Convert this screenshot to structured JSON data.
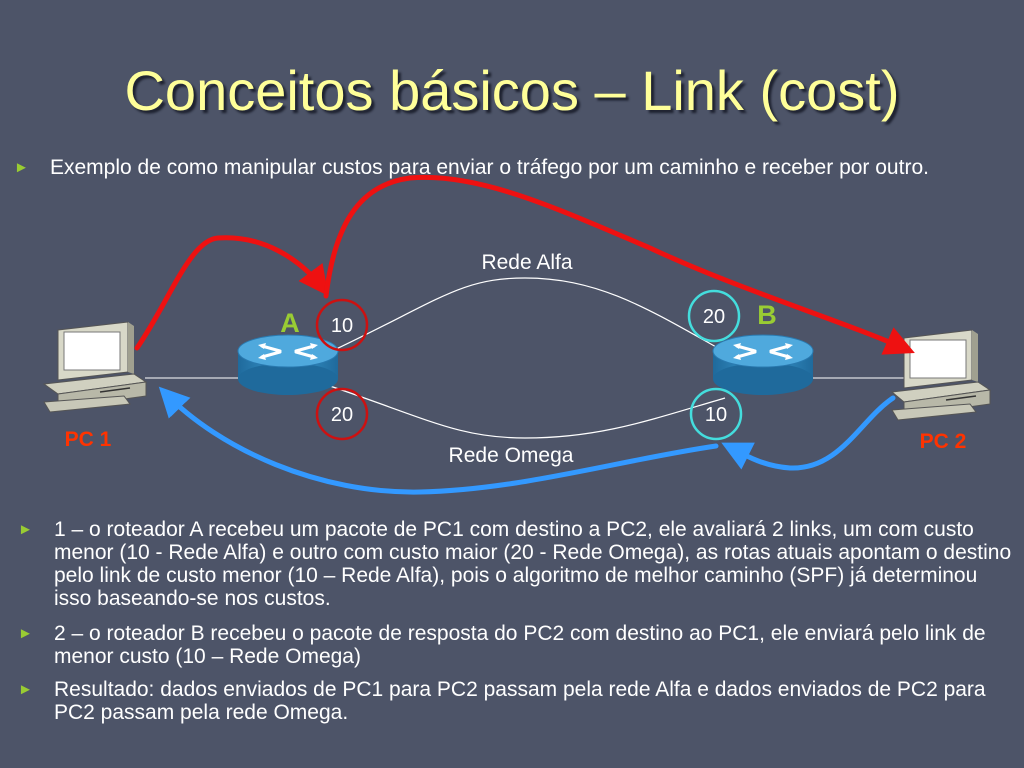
{
  "slide": {
    "title": "Conceitos básicos – Link (cost)",
    "intro": "Exemplo de como manipular custos para enviar o tráfego por um caminho e receber por outro.",
    "bullets": [
      "1 – o roteador A recebeu um pacote de PC1 com destino a PC2, ele avaliará 2 links, um com custo menor (10 - Rede Alfa) e outro com custo maior (20 - Rede Omega), as rotas atuais apontam o destino pelo link de custo menor (10 – Rede Alfa), pois o algoritmo de melhor caminho (SPF) já determinou isso baseando-se nos custos.",
      "2 – o roteador B recebeu o pacote de resposta do PC2 com destino ao PC1, ele enviará pelo link de menor custo (10 – Rede Omega)",
      "Resultado: dados enviados de PC1 para PC2 passam pela rede Alfa e dados enviados de PC2 para PC2 passam pela rede Omega."
    ],
    "bullet_marker": "►"
  },
  "diagram": {
    "pc1_label": "PC 1",
    "pc2_label": "PC 2",
    "router_a_label": "A",
    "router_b_label": "B",
    "network_alfa": "Rede Alfa",
    "network_omega": "Rede Omega",
    "cost_a_alfa": "10",
    "cost_a_omega": "20",
    "cost_b_alfa": "20",
    "cost_b_omega": "10"
  },
  "colors": {
    "background": "#4d5468",
    "title": "#ffff99",
    "bullet_marker": "#99cc33",
    "router_label": "#99cc33",
    "pc_label": "#ff3300",
    "forward_arrow": "#ee1111",
    "return_arrow": "#3399ff",
    "cost_circle_a": "#cc1111",
    "cost_circle_b": "#44dddd",
    "router": "#2d83b8"
  }
}
